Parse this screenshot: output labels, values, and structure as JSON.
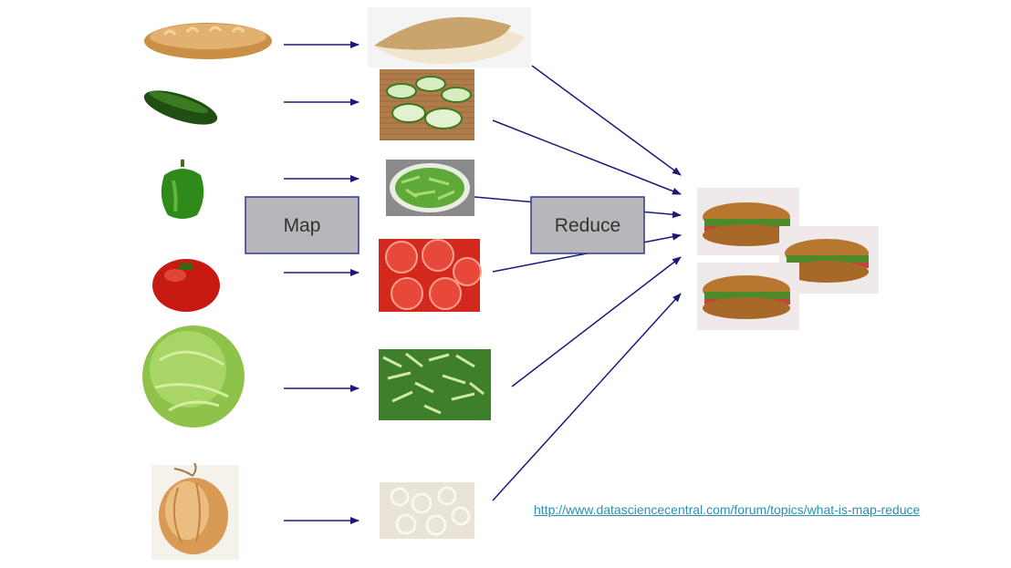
{
  "diagram": {
    "map_label": "Map",
    "reduce_label": "Reduce",
    "source_link": "http://www.datasciencecentral.com/forum/topics/what-is-map-reduce",
    "colors": {
      "arrow": "#1a1a7a",
      "box_fill": "#b7b7bb",
      "box_stroke": "#2e3a8a",
      "link": "#2a8fb0"
    },
    "inputs": [
      {
        "icon": "bread-loaf-icon"
      },
      {
        "icon": "cucumber-icon"
      },
      {
        "icon": "green-pepper-icon"
      },
      {
        "icon": "tomato-icon"
      },
      {
        "icon": "lettuce-icon"
      },
      {
        "icon": "onion-icon"
      }
    ],
    "mapped": [
      {
        "icon": "sliced-bread-icon"
      },
      {
        "icon": "sliced-cucumber-icon"
      },
      {
        "icon": "chopped-pepper-icon"
      },
      {
        "icon": "sliced-tomato-icon"
      },
      {
        "icon": "shredded-lettuce-icon"
      },
      {
        "icon": "sliced-onion-icon"
      }
    ],
    "output": {
      "icon": "sandwich-icon"
    }
  }
}
